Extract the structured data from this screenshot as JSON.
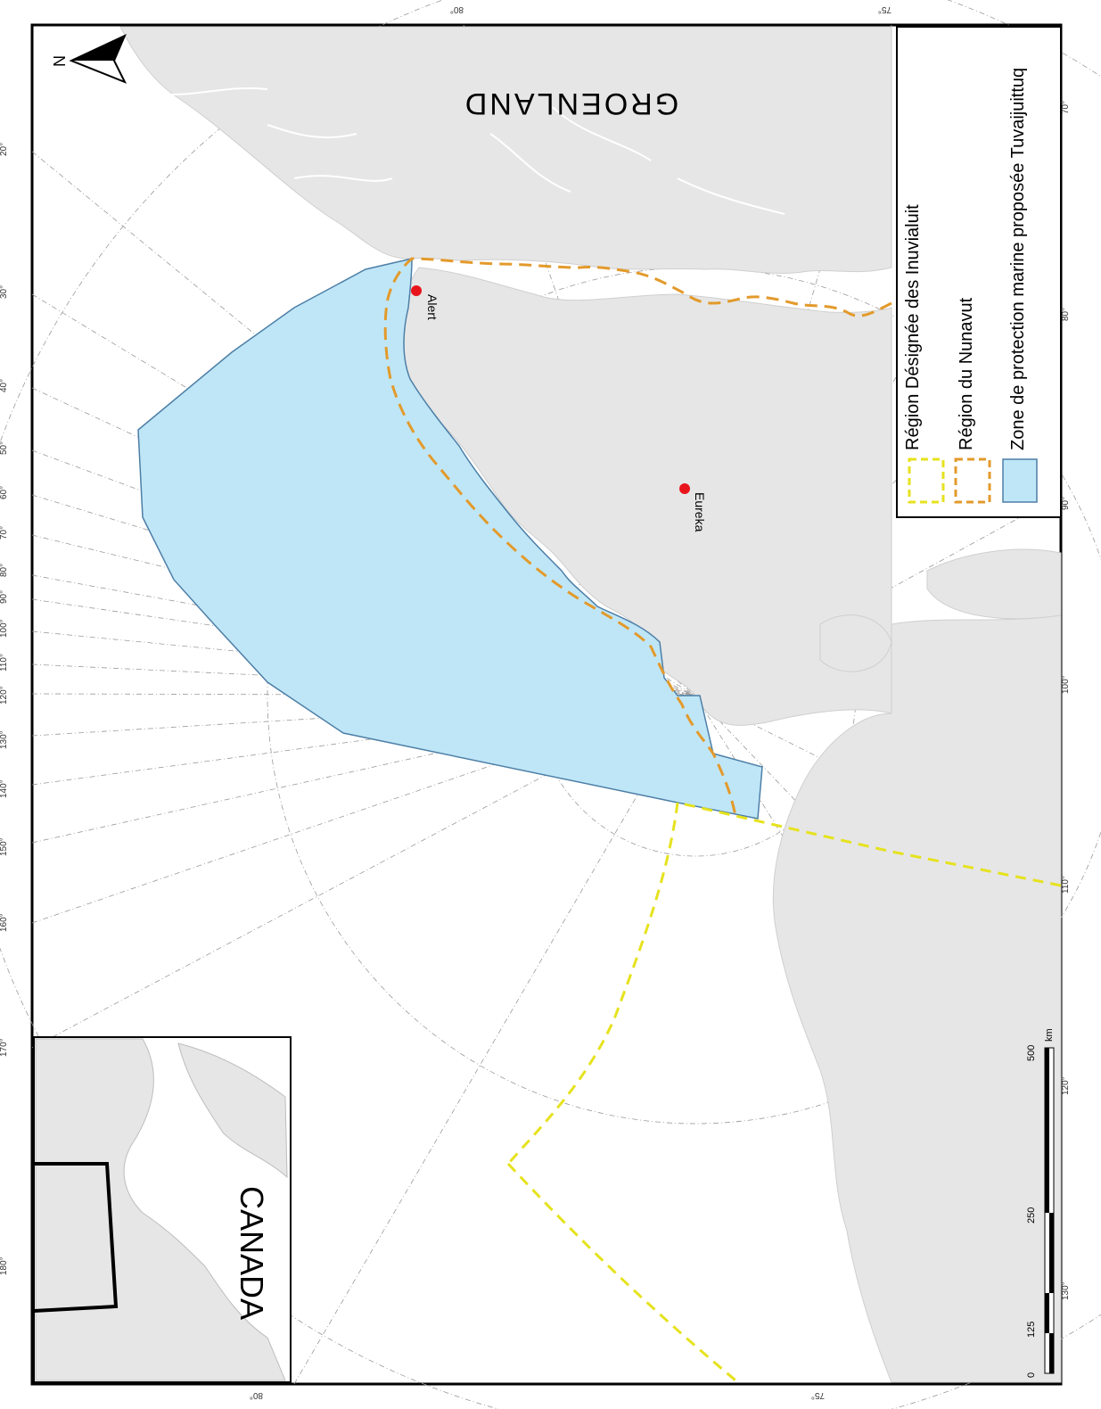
{
  "map": {
    "greenland_label": "GROENLAND",
    "canada_label": "CANADA",
    "north_label": "N",
    "places": [
      {
        "name": "Alert"
      },
      {
        "name": "Eureka"
      }
    ],
    "legend": {
      "items": [
        {
          "label": "Région Désignée des Inuvialuit",
          "color": "#e6e21e",
          "style": "dashed-box"
        },
        {
          "label": "Région du Nunavut",
          "color": "#e39a2b",
          "style": "dashed-box"
        },
        {
          "label": "Zone de protection marine proposée Tuvaijuittuq",
          "color": "#bfe6f7",
          "style": "filled-box"
        }
      ]
    },
    "scale_bar": {
      "ticks": [
        "0",
        "125",
        "250",
        "500"
      ],
      "unit": "km"
    },
    "graticule_labels": {
      "top": [
        "80°",
        "75°"
      ],
      "right": [
        "70°",
        "80°",
        "90°",
        "100°",
        "110°",
        "120°",
        "130°"
      ],
      "left": [
        "20°",
        "30°",
        "40°",
        "50°",
        "60°",
        "70°",
        "80°",
        "90°",
        "100°",
        "110°",
        "120°",
        "130°",
        "140°",
        "150°",
        "160°",
        "170°",
        "180°"
      ],
      "bottom": [
        "80°",
        "75°"
      ]
    },
    "colors": {
      "land": "#e6e6e6",
      "mpa_fill": "#bfe6f7",
      "mpa_stroke": "#4d7fa6",
      "nunavut_boundary": "#e39a2b",
      "inuvialuit_boundary": "#e6e21e",
      "place_marker": "#e8141c"
    }
  }
}
